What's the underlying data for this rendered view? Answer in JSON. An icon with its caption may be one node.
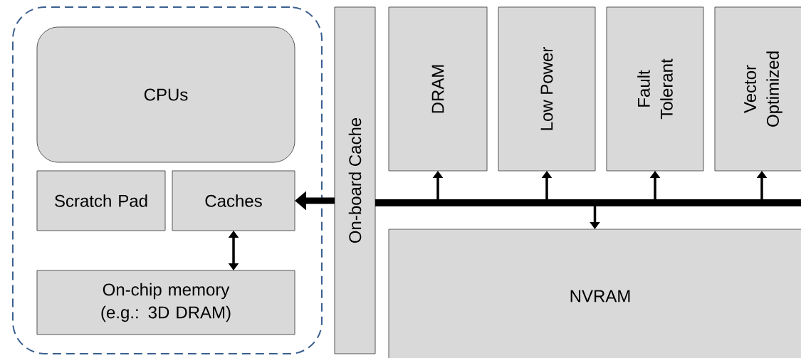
{
  "diagram": {
    "nodes": [
      {
        "text": [],
        "shape": "box"
      },
      {
        "text": [
          "CPUs"
        ],
        "in": 0
      },
      {
        "text": [
          "Scratch Pad"
        ],
        "in": 0
      },
      {
        "text": [
          "Caches"
        ],
        "in": 0
      },
      {
        "text": [
          "On-chip memory (e.g.: 3D DRAM)"
        ],
        "in": 0
      },
      {
        "text": [
          "On-board Cache"
        ]
      },
      {
        "text": [
          "DRAM"
        ]
      },
      {
        "text": [
          "Low Power"
        ]
      },
      {
        "text": [
          "Fault Tolerant"
        ]
      },
      {
        "text": [
          "Vector Optimized"
        ]
      },
      {
        "text": [
          "NVRAM"
        ]
      },
      {
        "text": [],
        "shape": "bar"
      }
    ],
    "edges": [
      {
        "from": 5,
        "to": 3,
        "arrow": "to",
        "style": "thick"
      },
      {
        "from": 11,
        "to": 6,
        "arrow": "to"
      },
      {
        "from": 11,
        "to": 7,
        "arrow": "to"
      },
      {
        "from": 11,
        "to": 8,
        "arrow": "to"
      },
      {
        "from": 11,
        "to": 9,
        "arrow": "to"
      },
      {
        "from": 11,
        "to": 10,
        "arrow": "to"
      },
      {
        "from": 3,
        "to": 4,
        "arrow": "both"
      }
    ]
  }
}
